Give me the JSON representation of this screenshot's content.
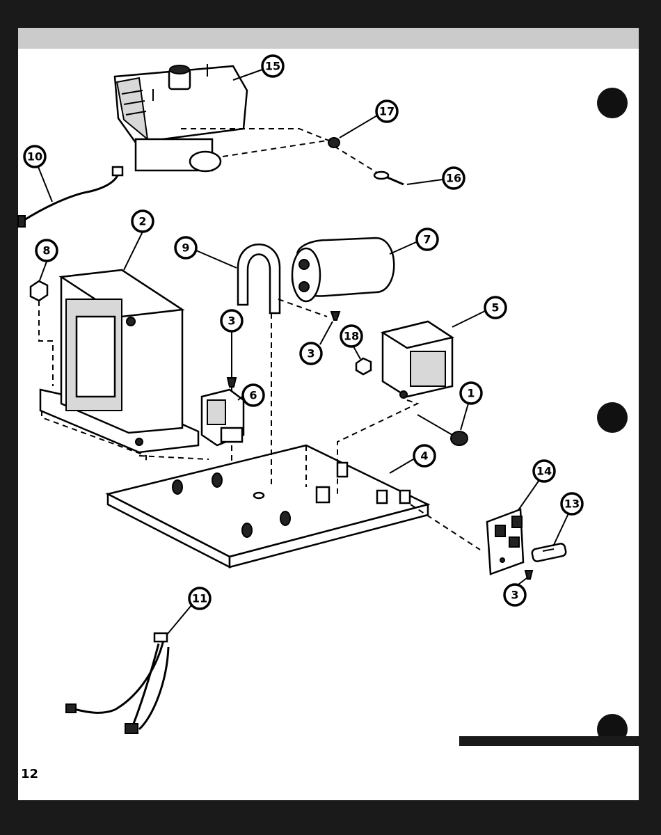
{
  "page_number": "12",
  "callouts": [
    "1",
    "2",
    "3",
    "3",
    "3",
    "4",
    "5",
    "6",
    "7",
    "8",
    "9",
    "10",
    "11",
    "13",
    "14",
    "15",
    "16",
    "17",
    "18"
  ],
  "colors": {
    "ink": "#000000",
    "paper": "#ffffff",
    "border": "#1a1a1a"
  }
}
